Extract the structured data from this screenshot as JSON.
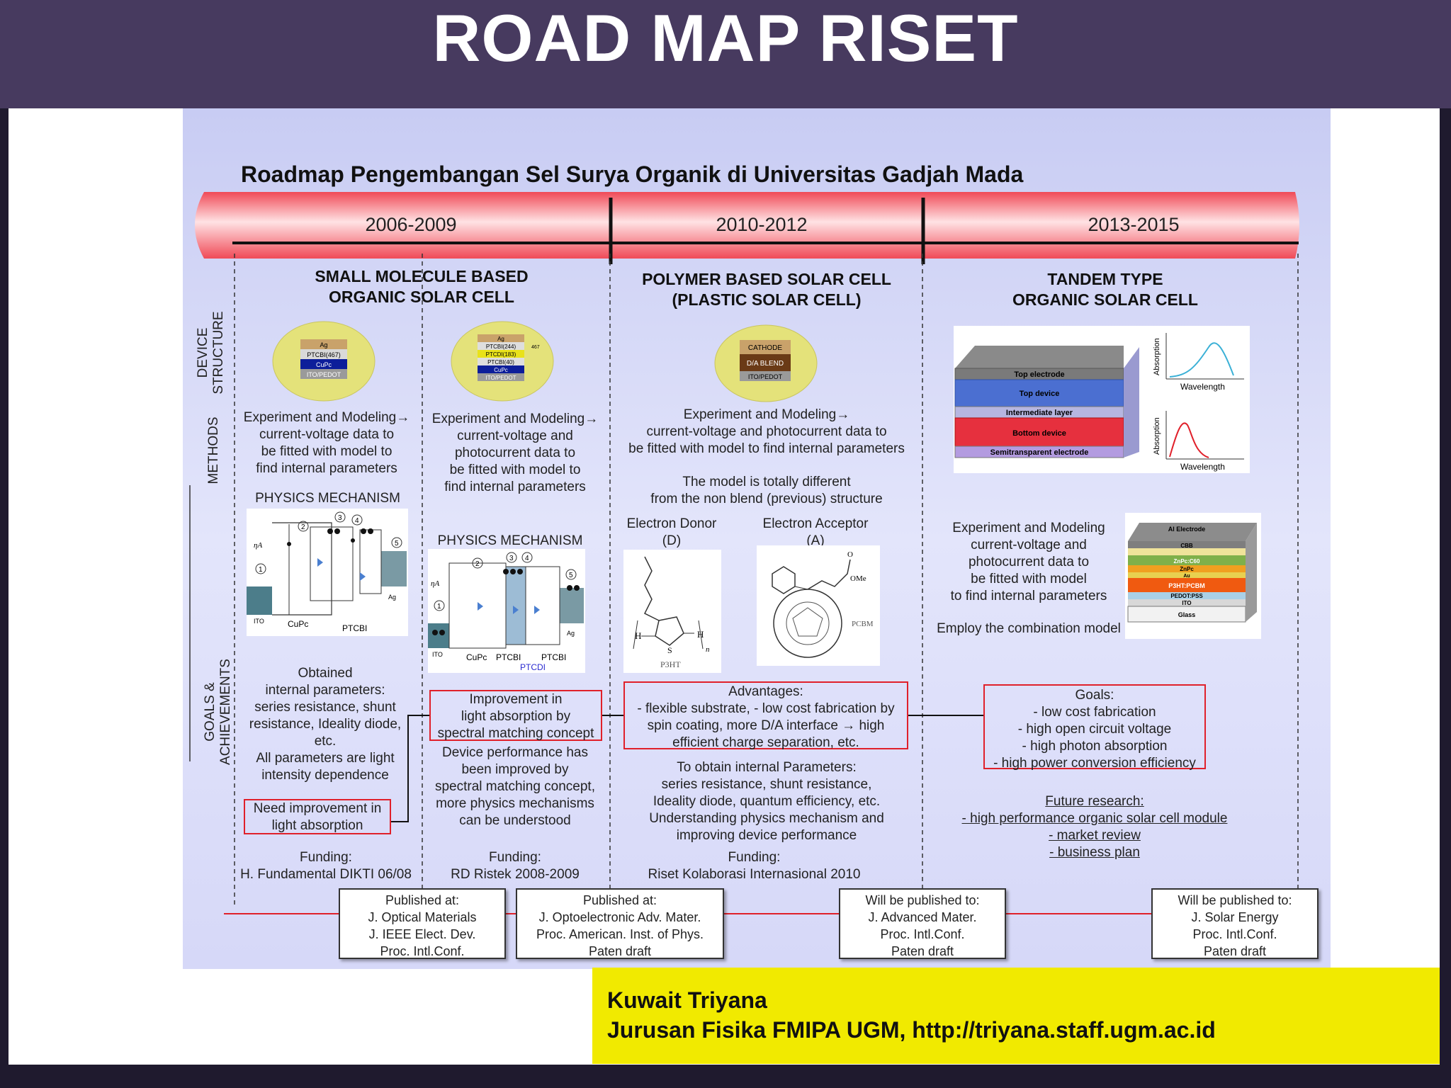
{
  "slide_title": "ROAD MAP RISET",
  "roadmap_title": "Roadmap Pengembangan Sel Surya Organik di Universitas Gadjah Mada",
  "periods": [
    "2006-2009",
    "2010-2012",
    "2013-2015"
  ],
  "row_labels": {
    "device_structure": [
      "DEVICE",
      "STRUCTURE"
    ],
    "methods": "METHODS",
    "goals": [
      "GOALS &",
      "ACHIEVEMENTS"
    ]
  },
  "col1": {
    "heading": [
      "SMALL MOLECULE BASED",
      "ORGANIC SOLAR CELL"
    ],
    "stack_a": [
      "Ag",
      "PTCBI(467)",
      "CuPc",
      "ITO/PEDOT"
    ],
    "stack_b": [
      "Ag",
      "PTCBI(244)",
      "PTCDI(183)",
      "PTCBI(40)",
      "CuPc",
      "ITO/PEDOT"
    ],
    "stack_b_side": "467",
    "method_a": [
      "Experiment and Modeling→",
      "current-voltage data to",
      "be fitted with model to",
      "find internal parameters"
    ],
    "method_b": [
      "Experiment and Modeling→",
      "current-voltage and",
      "photocurrent data to",
      "be fitted with model to",
      "find internal parameters"
    ],
    "physics_a": "PHYSICS MECHANISM",
    "physics_b": "PHYSICS MECHANISM",
    "mech_labels_a": [
      "ηA",
      "1",
      "2",
      "3",
      "4",
      "5",
      "ITO",
      "CuPc",
      "PTCBI",
      "Ag"
    ],
    "mech_labels_b": [
      "ηA",
      "1",
      "2",
      "3",
      "4",
      "5",
      "ITO",
      "CuPc",
      "PTCBI",
      "PTCBI",
      "PTCDI",
      "Ag"
    ],
    "obtained": [
      "Obtained",
      "internal parameters:",
      "series resistance, shunt",
      "resistance, Ideality diode,",
      "etc.",
      "All parameters are light",
      "intensity dependence"
    ],
    "need_box": [
      "Need improvement in",
      "light absorption"
    ],
    "improve_box": [
      "Improvement in",
      "light absorption by",
      "spectral matching concept"
    ],
    "perf": [
      "Device performance has",
      "been improved by",
      "spectral matching concept,",
      "more physics mechanisms",
      "can be understood"
    ],
    "funding_a": [
      "Funding:",
      "H. Fundamental DIKTI 06/08"
    ],
    "funding_b": [
      "Funding:",
      "RD Ristek 2008-2009"
    ]
  },
  "col2": {
    "heading": [
      "POLYMER BASED SOLAR CELL",
      "(PLASTIC SOLAR CELL)"
    ],
    "stack": [
      "CATHODE",
      "D/A BLEND",
      "ITO/PEDOT"
    ],
    "method": [
      "Experiment and Modeling→",
      "current-voltage and  photocurrent data to",
      "be fitted with model to find internal parameters"
    ],
    "model_diff": [
      "The model is totally different",
      "from the non blend (previous) structure"
    ],
    "donor": [
      "Electron Donor",
      "(D)"
    ],
    "acceptor": [
      "Electron Acceptor",
      "(A)"
    ],
    "p3ht": "P3HT",
    "pcbm": "PCBM",
    "ome": "OMe",
    "advantages": [
      "Advantages:",
      "- flexible substrate, - low cost fabrication by",
      "spin coating, more D/A interface → high",
      "efficient charge separation, etc."
    ],
    "obtain": [
      "To obtain internal Parameters:",
      "series resistance, shunt  resistance,",
      "Ideality diode, quantum efficiency, etc.",
      "Understanding physics mechanism and",
      "improving device performance"
    ],
    "funding": [
      "Funding:",
      "Riset Kolaborasi Internasional 2010"
    ]
  },
  "col3": {
    "heading": [
      "TANDEM TYPE",
      "ORGANIC SOLAR CELL"
    ],
    "tandem_layers": [
      "Top electrode",
      "Top device",
      "Intermediate layer",
      "Bottom device",
      "Semitransparent electrode"
    ],
    "absorption": "Absorption",
    "wavelength": "Wavelength",
    "method": [
      "Experiment and Modeling",
      "current-voltage and",
      "photocurrent data to",
      "be fitted with model",
      "to find internal parameters"
    ],
    "employ": "Employ the combination model",
    "device_layers": [
      "Al Electrode",
      "CBB",
      "ZnPc:C60",
      "ZnPc",
      "Au",
      "P3HT:PCBM",
      "PEDOT:PSS",
      "ITO",
      "Glass"
    ],
    "goals": [
      "Goals:",
      "- low cost fabrication",
      "- high open circuit voltage",
      "- high photon absorption",
      "- high power conversion efficiency"
    ],
    "future": [
      "Future research:",
      "- high performance organic solar cell module",
      "- market review",
      "- business plan"
    ]
  },
  "publications": [
    {
      "lines": [
        "Published at:",
        "J. Optical Materials",
        "J. IEEE Elect. Dev.",
        "Proc. Intl.Conf."
      ]
    },
    {
      "lines": [
        "Published at:",
        "J. Optoelectronic Adv. Mater.",
        "Proc. American. Inst. of Phys.",
        "Paten draft"
      ]
    },
    {
      "lines": [
        "Will be published to:",
        "J. Advanced Mater.",
        "Proc. Intl.Conf.",
        "Paten draft"
      ]
    },
    {
      "lines": [
        "Will be published to:",
        "J. Solar Energy",
        "Proc. Intl.Conf.",
        "Paten draft"
      ]
    }
  ],
  "footer": {
    "name": "Kuwait Triyana",
    "affiliation": "Jurusan Fisika FMIPA UGM, http://triyana.staff.ugm.ac.id"
  },
  "colors": {
    "title_bar": "#473a5f",
    "ribbon": "#f25a66",
    "highlight_box": "#e0202a",
    "footer_bg": "#f1ea00"
  }
}
